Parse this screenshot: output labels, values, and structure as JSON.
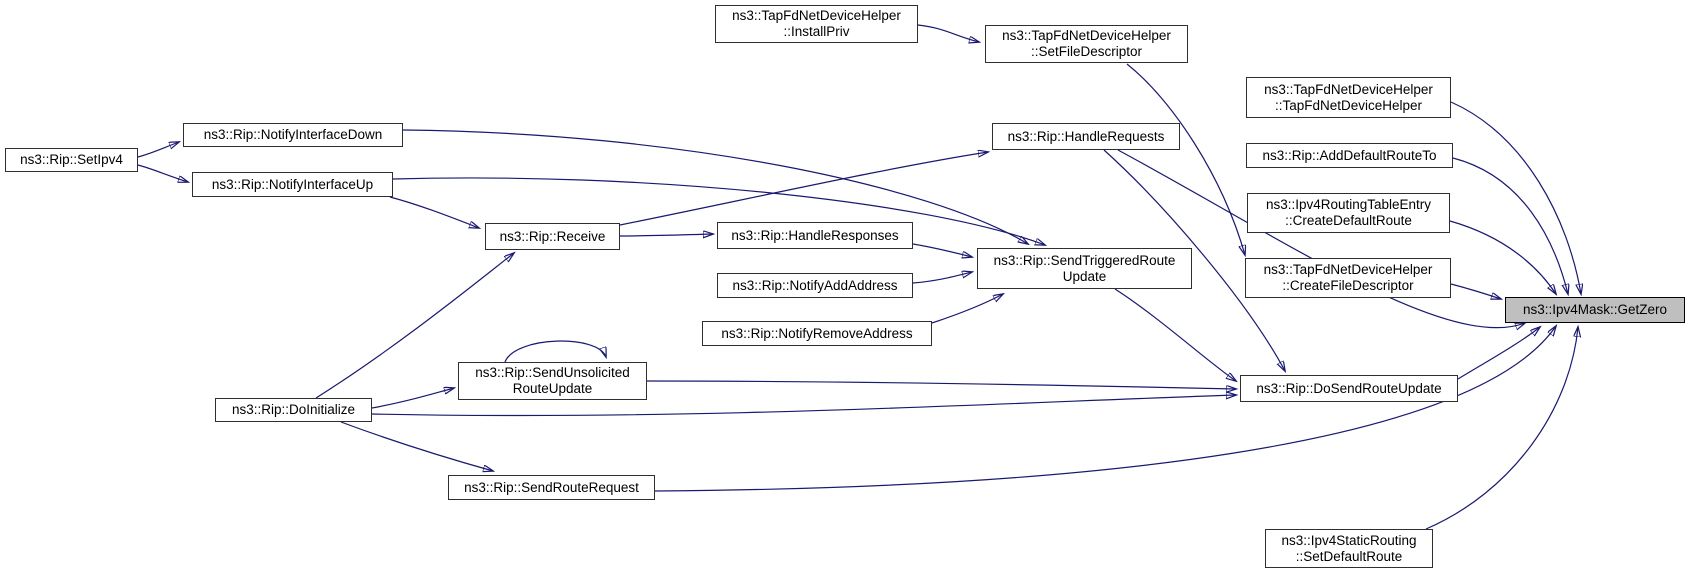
{
  "graph_type": "doxygen-call-graph",
  "colors": {
    "edge": "#191970",
    "node_fill": "#ffffff",
    "node_border": "#2f2f2f",
    "highlight_fill": "#bfbfbf",
    "highlight_border": "#000000",
    "background": "#ffffff"
  },
  "nodes": [
    {
      "id": "installpriv",
      "line1": "ns3::TapFdNetDeviceHelper",
      "line2": "::InstallPriv"
    },
    {
      "id": "setfiledescriptor",
      "line1": "ns3::TapFdNetDeviceHelper",
      "line2": "::SetFileDescriptor"
    },
    {
      "id": "tapfdnetdevicehelper",
      "line1": "ns3::TapFdNetDeviceHelper",
      "line2": "::TapFdNetDeviceHelper"
    },
    {
      "id": "adddefaultrouteto",
      "line1": "ns3::Rip::AddDefaultRouteTo"
    },
    {
      "id": "createdefaultroute",
      "line1": "ns3::Ipv4RoutingTableEntry",
      "line2": "::CreateDefaultRoute"
    },
    {
      "id": "createfiledescriptor",
      "line1": "ns3::TapFdNetDeviceHelper",
      "line2": "::CreateFileDescriptor"
    },
    {
      "id": "getzero",
      "line1": "ns3::Ipv4Mask::GetZero",
      "highlighted": true
    },
    {
      "id": "setipv4",
      "line1": "ns3::Rip::SetIpv4"
    },
    {
      "id": "notifyinterfacedown",
      "line1": "ns3::Rip::NotifyInterfaceDown"
    },
    {
      "id": "notifyinterfaceup",
      "line1": "ns3::Rip::NotifyInterfaceUp"
    },
    {
      "id": "receive",
      "line1": "ns3::Rip::Receive"
    },
    {
      "id": "handleresponses",
      "line1": "ns3::Rip::HandleResponses"
    },
    {
      "id": "notifyaddaddress",
      "line1": "ns3::Rip::NotifyAddAddress"
    },
    {
      "id": "notifyremoveaddress",
      "line1": "ns3::Rip::NotifyRemoveAddress"
    },
    {
      "id": "handlerequests",
      "line1": "ns3::Rip::HandleRequests"
    },
    {
      "id": "sendtriggeredrouteupdate",
      "line1": "ns3::Rip::SendTriggeredRoute",
      "line2": "Update"
    },
    {
      "id": "sendunsolicitedrouteupdate",
      "line1": "ns3::Rip::SendUnsolicited",
      "line2": "RouteUpdate"
    },
    {
      "id": "doinitialize",
      "line1": "ns3::Rip::DoInitialize"
    },
    {
      "id": "sendrouterequest",
      "line1": "ns3::Rip::SendRouteRequest"
    },
    {
      "id": "dosendrouteupdate",
      "line1": "ns3::Rip::DoSendRouteUpdate"
    },
    {
      "id": "setdefaultroute",
      "line1": "ns3::Ipv4StaticRouting",
      "line2": "::SetDefaultRoute"
    }
  ],
  "edges": [
    {
      "from": "installpriv",
      "to": "setfiledescriptor"
    },
    {
      "from": "setfiledescriptor",
      "to": "createfiledescriptor"
    },
    {
      "from": "tapfdnetdevicehelper",
      "to": "getzero"
    },
    {
      "from": "adddefaultrouteto",
      "to": "getzero"
    },
    {
      "from": "createdefaultroute",
      "to": "getzero"
    },
    {
      "from": "createfiledescriptor",
      "to": "getzero"
    },
    {
      "from": "setipv4",
      "to": "notifyinterfacedown"
    },
    {
      "from": "setipv4",
      "to": "notifyinterfaceup"
    },
    {
      "from": "notifyinterfacedown",
      "to": "sendtriggeredrouteupdate"
    },
    {
      "from": "notifyinterfaceup",
      "to": "sendtriggeredrouteupdate"
    },
    {
      "from": "notifyinterfaceup",
      "to": "receive"
    },
    {
      "from": "receive",
      "to": "handleresponses"
    },
    {
      "from": "receive",
      "to": "handlerequests"
    },
    {
      "from": "handleresponses",
      "to": "sendtriggeredrouteupdate"
    },
    {
      "from": "notifyaddaddress",
      "to": "sendtriggeredrouteupdate"
    },
    {
      "from": "notifyremoveaddress",
      "to": "sendtriggeredrouteupdate"
    },
    {
      "from": "handlerequests",
      "to": "dosendrouteupdate"
    },
    {
      "from": "handlerequests",
      "to": "getzero"
    },
    {
      "from": "sendtriggeredrouteupdate",
      "to": "dosendrouteupdate"
    },
    {
      "from": "sendunsolicitedrouteupdate",
      "to": "dosendrouteupdate"
    },
    {
      "from": "sendunsolicitedrouteupdate",
      "to": "sendunsolicitedrouteupdate"
    },
    {
      "from": "doinitialize",
      "to": "receive"
    },
    {
      "from": "doinitialize",
      "to": "sendunsolicitedrouteupdate"
    },
    {
      "from": "doinitialize",
      "to": "dosendrouteupdate"
    },
    {
      "from": "doinitialize",
      "to": "sendrouterequest"
    },
    {
      "from": "sendrouterequest",
      "to": "getzero"
    },
    {
      "from": "setdefaultroute",
      "to": "getzero"
    },
    {
      "from": "dosendrouteupdate",
      "to": "getzero"
    }
  ]
}
